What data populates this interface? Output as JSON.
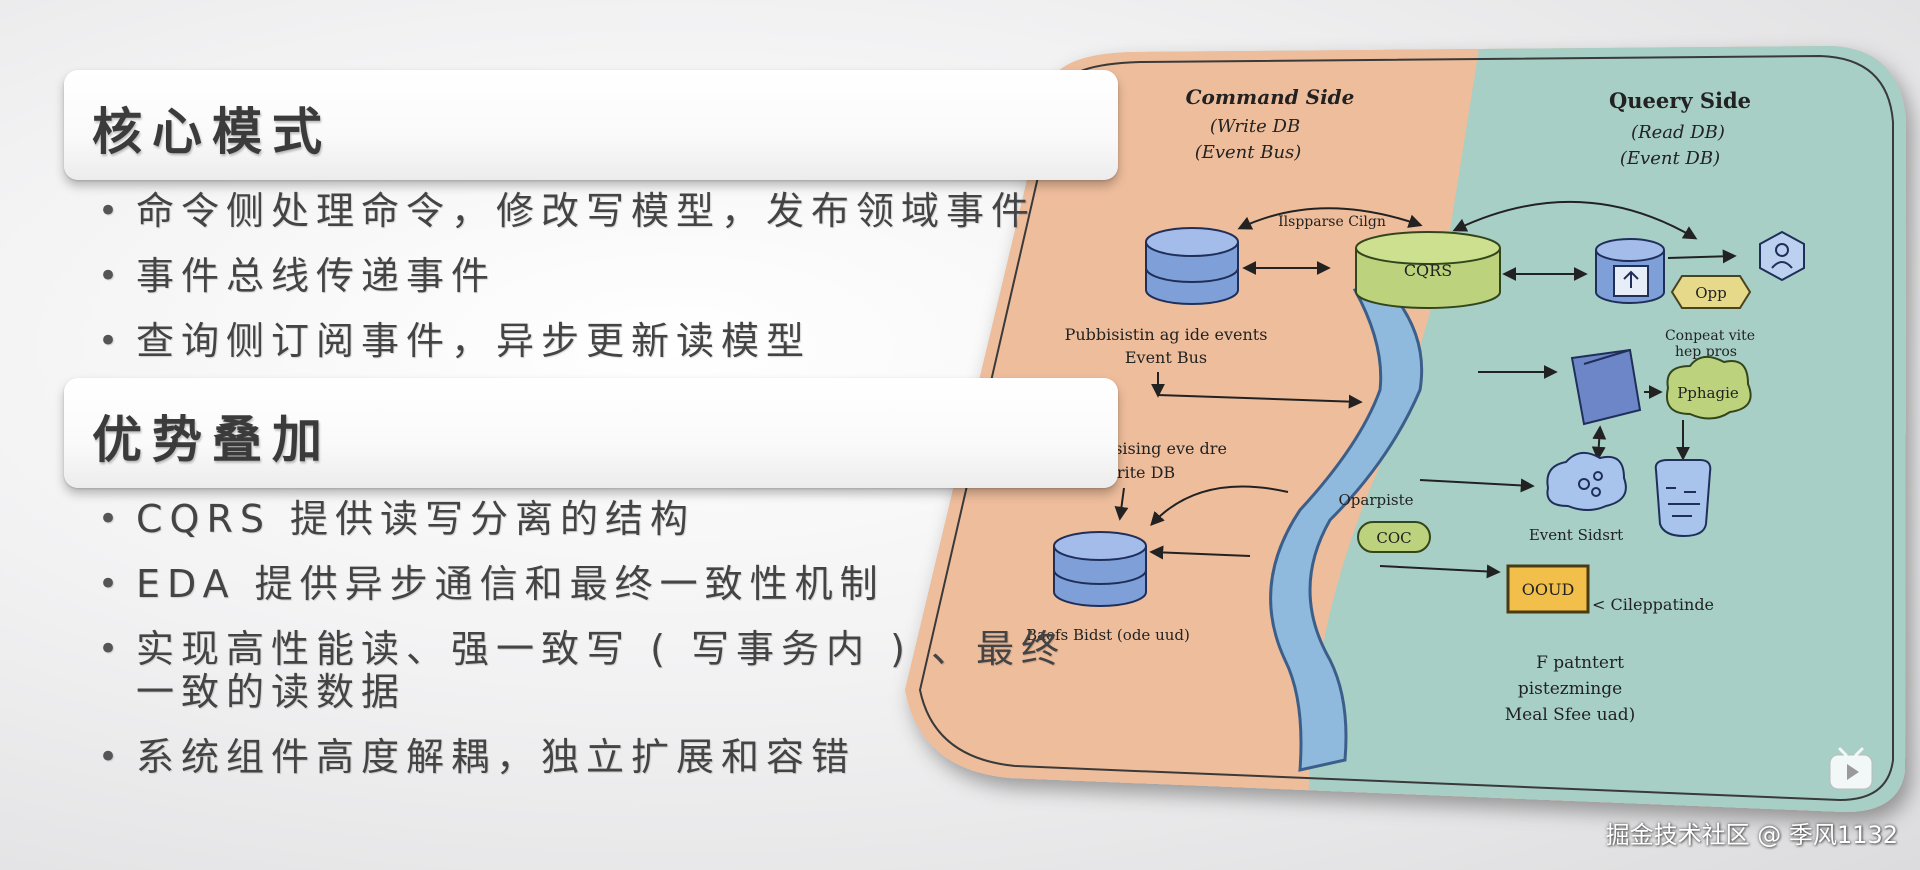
{
  "sections": [
    {
      "title": "核心模式",
      "items": [
        "命令侧处理命令，修改写模型，发布领域事件",
        "事件总线传递事件",
        "查询侧订阅事件，异步更新读模型"
      ]
    },
    {
      "title": "优势叠加",
      "items": [
        "CQRS 提供读写分离的结构",
        "EDA 提供异步通信和最终一致性机制",
        "实现高性能读、强一致写 ( 写事务内 ) 、最终一致的读数据",
        "系统组件高度解耦，独立扩展和容错"
      ]
    }
  ],
  "bullet_symbol": "•",
  "diagram": {
    "command_side": {
      "title": "Command Side",
      "line1": "(Write DB",
      "line2": "(Event Bus)"
    },
    "query_side": {
      "title": "Queery Side",
      "line1": "(Read DB)",
      "line2": "(Event DB)"
    },
    "labels": {
      "top_arrow": "Ilspparse Cilgn",
      "cqrs": "CQRS",
      "publish_1": "Pubbisistin ag ide events",
      "publish_2": "Event Bus",
      "raising_1": "isising eve dre",
      "raising_2": "rite DB",
      "base_db": "Baefs Bidst (ode uud)",
      "opp": "Opp",
      "compete_1": "Conpeat vite",
      "compete_2": "hep pros",
      "pphagie": "Pphagie",
      "oparpiste": "Oparpiste",
      "coc": "COC",
      "event_sidsrt": "Event Sidsrt",
      "ooud": "OOUD",
      "cileppatinde": "< Cileppatinde",
      "f_patntert": "F patntert",
      "pistezminge": "pistezminge",
      "meal_sfee": "Meal Sfee uad)"
    },
    "colors": {
      "command_bg": "#eebd9c",
      "query_bg": "#a7cfc6",
      "river": "#8fbadd",
      "db": "#7f9fd8",
      "cqrs": "#bcd27c",
      "ooud": "#f1bf4a"
    }
  },
  "watermark": "掘金技术社区 @ 季风1132"
}
